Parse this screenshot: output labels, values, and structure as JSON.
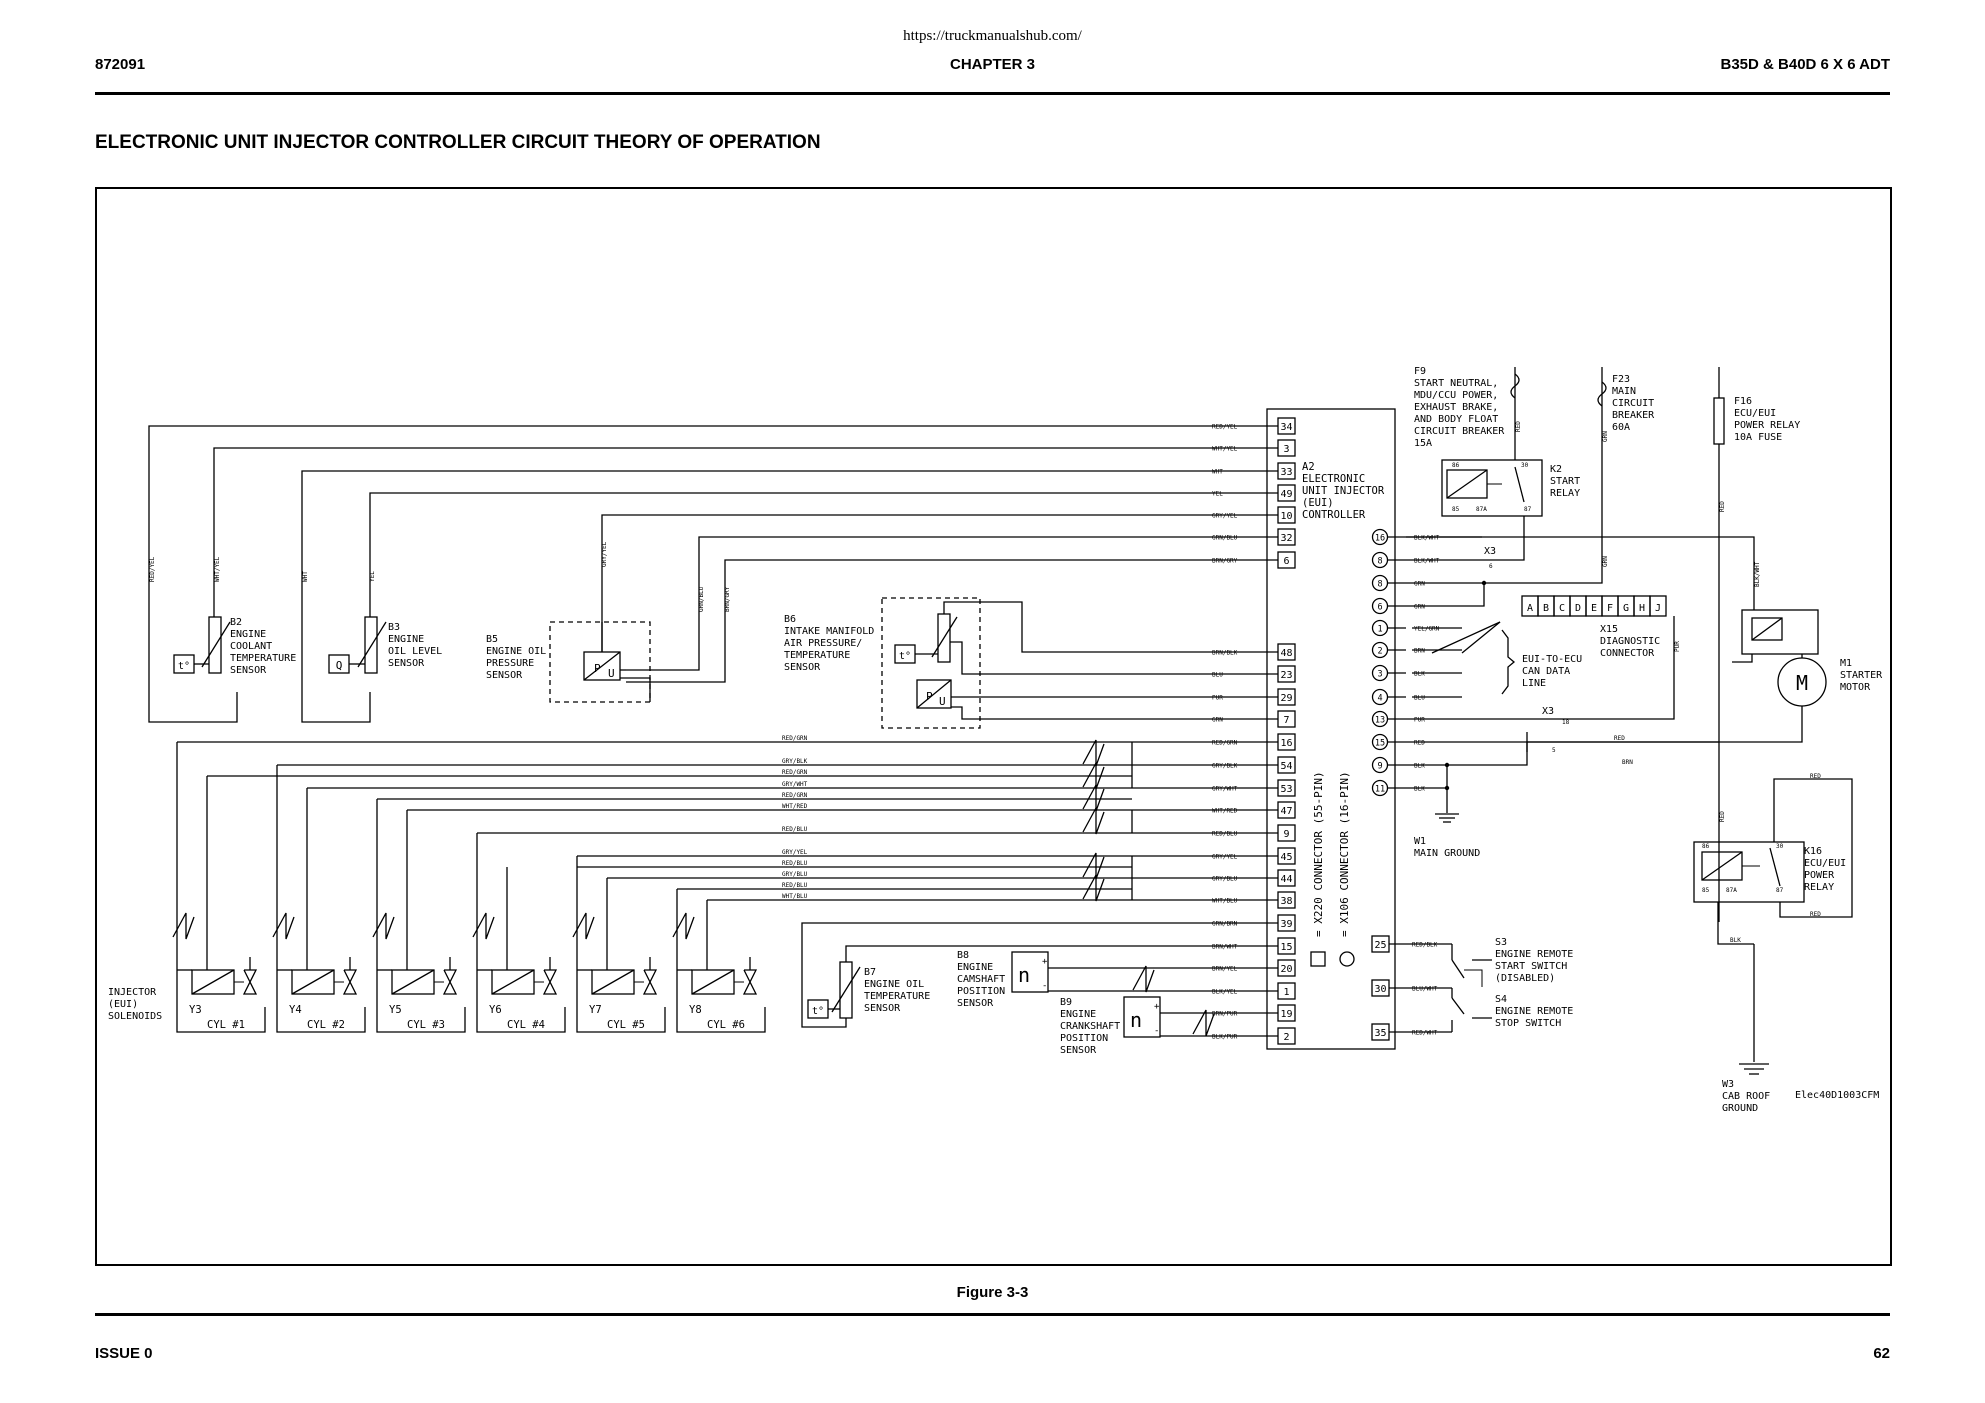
{
  "page": {
    "url": "https://truckmanualshub.com/",
    "doc_number": "872091",
    "chapter": "CHAPTER 3",
    "model": "B35D & B40D 6 X 6 ADT",
    "title": "ELECTRONIC UNIT INJECTOR CONTROLLER CIRCUIT THEORY OF OPERATION",
    "figure": "Figure 3-3",
    "issue": "ISSUE 0",
    "page_number": "62"
  },
  "diagram": {
    "drawing_id": "Elec40D1003CFM",
    "a2_lines": [
      "A2",
      "ELECTRONIC",
      "UNIT INJECTOR",
      "(EUI)",
      "CONTROLLER"
    ],
    "x220_label": "= X220 CONNECTOR (55-PIN)",
    "x106_label": "= X106 CONNECTOR (16-PIN)",
    "x220_pins": [
      {
        "pin": "34",
        "wire": "RED/YEL"
      },
      {
        "pin": "3",
        "wire": "WHT/YEL"
      },
      {
        "pin": "33",
        "wire": "WHT"
      },
      {
        "pin": "49",
        "wire": "YEL"
      },
      {
        "pin": "10",
        "wire": "GRY/YEL"
      },
      {
        "pin": "32",
        "wire": "GRN/BLU"
      },
      {
        "pin": "6",
        "wire": "BRN/GRY"
      },
      {
        "pin": "48",
        "wire": "BRN/BLK"
      },
      {
        "pin": "23",
        "wire": "BLU"
      },
      {
        "pin": "29",
        "wire": "PUR"
      },
      {
        "pin": "7",
        "wire": "GRN"
      },
      {
        "pin": "16",
        "wire": "RED/GRN"
      },
      {
        "pin": "54",
        "wire": "GRY/BLK"
      },
      {
        "pin": "53",
        "wire": "GRY/WHT"
      },
      {
        "pin": "47",
        "wire": "WHT/RED"
      },
      {
        "pin": "9",
        "wire": "RED/BLU"
      },
      {
        "pin": "45",
        "wire": "GRY/YEL"
      },
      {
        "pin": "44",
        "wire": "GRY/BLU"
      },
      {
        "pin": "38",
        "wire": "WHT/BLU"
      },
      {
        "pin": "39",
        "wire": "GRN/BRN"
      },
      {
        "pin": "15",
        "wire": "BRN/WHT"
      },
      {
        "pin": "20",
        "wire": "BRN/YEL"
      },
      {
        "pin": "1",
        "wire": "BLK/YEL"
      },
      {
        "pin": "19",
        "wire": "BRN/PUR"
      },
      {
        "pin": "2",
        "wire": "BLK/PUR"
      }
    ],
    "x106_pins": [
      {
        "pin": "16",
        "wire": "BLK/WHT"
      },
      {
        "pin": "8",
        "wire": "BLK/WHT"
      },
      {
        "pin": "8",
        "wire": "GRN"
      },
      {
        "pin": "6",
        "wire": "GRN"
      },
      {
        "pin": "1",
        "wire": "YEL/GRN"
      },
      {
        "pin": "2",
        "wire": "BRN"
      },
      {
        "pin": "3",
        "wire": "BLK"
      },
      {
        "pin": "4",
        "wire": "BLU"
      },
      {
        "pin": "13",
        "wire": "PUR"
      },
      {
        "pin": "15",
        "wire": "RED"
      },
      {
        "pin": "9",
        "wire": "BLK"
      },
      {
        "pin": "11",
        "wire": "BLK"
      }
    ],
    "switch_pins": [
      {
        "pin": "25",
        "wire": "RED/BLK"
      },
      {
        "pin": "30",
        "wire": "BLU/WHT"
      },
      {
        "pin": "35",
        "wire": "RED/WHT"
      }
    ],
    "injector_wires": [
      "RED/GRN",
      "GRY/BLK",
      "RED/GRN",
      "GRY/WHT",
      "RED/GRN",
      "WHT/RED",
      "RED/BLU",
      "GRY/YEL",
      "RED/BLU",
      "GRY/BLU",
      "RED/BLU",
      "WHT/BLU"
    ],
    "left_wires": [
      "RED/YEL",
      "WHT/YEL",
      "WHT",
      "YEL",
      "GRY/YEL",
      "GRN/BLU",
      "BRN/GRY"
    ],
    "components": {
      "b2": [
        "B2",
        "ENGINE",
        "COOLANT",
        "TEMPERATURE",
        "SENSOR"
      ],
      "b3": [
        "B3",
        "ENGINE",
        "OIL LEVEL",
        "SENSOR"
      ],
      "b5": [
        "B5",
        "ENGINE OIL",
        "PRESSURE",
        "SENSOR"
      ],
      "b6": [
        "B6",
        "INTAKE MANIFOLD",
        "AIR PRESSURE/",
        "TEMPERATURE",
        "SENSOR"
      ],
      "b7": [
        "B7",
        "ENGINE OIL",
        "TEMPERATURE",
        "SENSOR"
      ],
      "b8": [
        "B8",
        "ENGINE",
        "CAMSHAFT",
        "POSITION",
        "SENSOR"
      ],
      "b9": [
        "B9",
        "ENGINE",
        "CRANKSHAFT",
        "POSITION",
        "SENSOR"
      ],
      "f9": [
        "F9",
        "START NEUTRAL,",
        "MDU/CCU POWER,",
        "EXHAUST BRAKE,",
        "AND BODY FLOAT",
        "CIRCUIT BREAKER",
        "15A"
      ],
      "f23": [
        "F23",
        "MAIN",
        "CIRCUIT",
        "BREAKER",
        "60A"
      ],
      "f16": [
        "F16",
        "ECU/EUI",
        "POWER RELAY",
        "10A FUSE"
      ],
      "k2": [
        "K2",
        "START",
        "RELAY"
      ],
      "k16": [
        "K16",
        "ECU/EUI",
        "POWER",
        "RELAY"
      ],
      "m1": [
        "M1",
        "STARTER",
        "MOTOR"
      ],
      "x15": [
        "X15",
        "DIAGNOSTIC",
        "CONNECTOR"
      ],
      "can": [
        "EUI-TO-ECU",
        "CAN DATA",
        "LINE"
      ],
      "w1": [
        "W1",
        "MAIN GROUND"
      ],
      "w3": [
        "W3",
        "CAB ROOF",
        "GROUND"
      ],
      "s3": [
        "S3",
        "ENGINE REMOTE",
        "START SWITCH",
        "(DISABLED)"
      ],
      "s4": [
        "S4",
        "ENGINE REMOTE",
        "STOP SWITCH"
      ],
      "inj": [
        "INJECTOR",
        "(EUI)",
        "SOLENOIDS"
      ]
    },
    "x15_letters": [
      "A",
      "B",
      "C",
      "D",
      "E",
      "F",
      "G",
      "H",
      "J"
    ],
    "cylinders": [
      {
        "ref": "Y3",
        "cyl": "CYL #1"
      },
      {
        "ref": "Y4",
        "cyl": "CYL #2"
      },
      {
        "ref": "Y5",
        "cyl": "CYL #3"
      },
      {
        "ref": "Y6",
        "cyl": "CYL #4"
      },
      {
        "ref": "Y7",
        "cyl": "CYL #5"
      },
      {
        "ref": "Y8",
        "cyl": "CYL #6"
      }
    ],
    "x3_label": "X3",
    "relay_pins": [
      "86",
      "30",
      "85",
      "87A",
      "87"
    ],
    "small_pins": [
      "6",
      "18",
      "5"
    ],
    "motor_symbol": "M",
    "temp_symbol": "t°",
    "level_symbol": "Q",
    "speed_symbol": "n",
    "pu_symbol": "P",
    "pu_symbol2": "U"
  }
}
